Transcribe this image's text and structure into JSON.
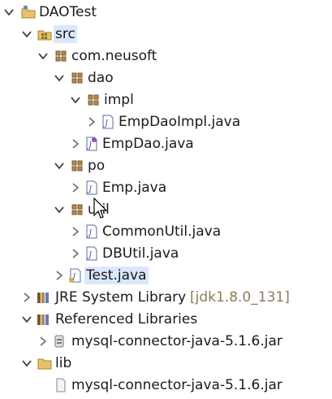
{
  "tree": {
    "project": {
      "label": "DAOTest",
      "icon": "java-project-icon"
    },
    "src": {
      "label": "src",
      "icon": "source-folder-icon"
    },
    "package_root": {
      "label": "com.neusoft",
      "icon": "package-icon"
    },
    "package_dao": {
      "label": "dao",
      "icon": "package-icon"
    },
    "package_impl": {
      "label": "impl",
      "icon": "package-icon"
    },
    "file_empdaoimpl": {
      "label": "EmpDaoImpl.java",
      "icon": "java-file-icon"
    },
    "file_empdao": {
      "label": "EmpDao.java",
      "icon": "java-interface-file-icon"
    },
    "package_po": {
      "label": "po",
      "icon": "package-icon"
    },
    "file_emp": {
      "label": "Emp.java",
      "icon": "java-file-icon"
    },
    "package_util": {
      "label": "util",
      "icon": "package-icon"
    },
    "file_commonutil": {
      "label": "CommonUtil.java",
      "icon": "java-file-icon"
    },
    "file_dbutil": {
      "label": "DBUtil.java",
      "icon": "java-file-icon"
    },
    "file_test": {
      "label": "Test.java",
      "icon": "java-file-icon",
      "selected": true
    },
    "jre": {
      "label": "JRE System Library",
      "suffix": "[jdk1.8.0_131]",
      "icon": "library-icon"
    },
    "referenced_libraries": {
      "label": "Referenced Libraries",
      "icon": "library-icon"
    },
    "ref_jar": {
      "label": "mysql-connector-java-5.1.6.jar",
      "icon": "jar-icon"
    },
    "lib": {
      "label": "lib",
      "icon": "folder-icon"
    },
    "lib_jar": {
      "label": "mysql-connector-java-5.1.6.jar",
      "icon": "file-icon"
    }
  },
  "colors": {
    "selection": "#d9e8fb",
    "package": "#8a6d3b",
    "java": "#3b5fa8",
    "folder": "#d8b354",
    "decorator": "#5b7fbf"
  }
}
